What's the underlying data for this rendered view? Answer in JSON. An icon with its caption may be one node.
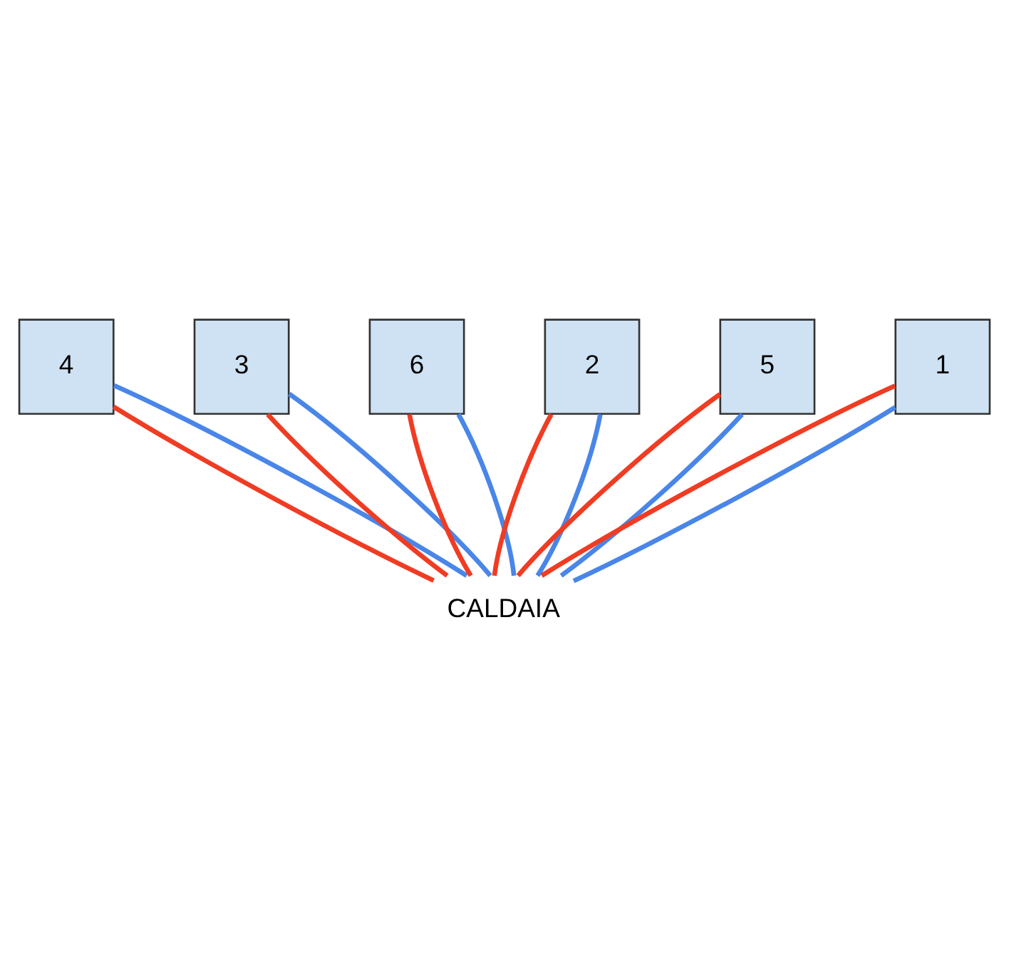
{
  "diagram": {
    "nodes": [
      {
        "text": [
          "4"
        ]
      },
      {
        "text": [
          "3"
        ]
      },
      {
        "text": [
          "6"
        ]
      },
      {
        "text": [
          "2"
        ]
      },
      {
        "text": [
          "5"
        ]
      },
      {
        "text": [
          "1"
        ]
      },
      {
        "text": [
          "CALDAIA"
        ]
      }
    ],
    "edges": [
      {
        "from": 6,
        "to": 0,
        "arrow": "none",
        "color": "#f03c23"
      },
      {
        "from": 6,
        "to": 1,
        "arrow": "none",
        "color": "#f03c23"
      },
      {
        "from": 6,
        "to": 3,
        "arrow": "none",
        "color": "#f03c23"
      },
      {
        "from": 6,
        "to": 5,
        "arrow": "none",
        "color": "#f03c23"
      },
      {
        "from": 6,
        "to": 2,
        "arrow": "none",
        "color": "#f03c23"
      },
      {
        "from": 6,
        "to": 4,
        "arrow": "none",
        "color": "#f03c23"
      },
      {
        "from": 6,
        "to": 0,
        "arrow": "none",
        "color": "#4a86e8"
      },
      {
        "from": 6,
        "to": 1,
        "arrow": "none",
        "color": "#4a86e8"
      },
      {
        "from": 6,
        "to": 3,
        "arrow": "none",
        "color": "#4a86e8"
      },
      {
        "from": 6,
        "to": 5,
        "arrow": "none",
        "color": "#4a86e8"
      },
      {
        "from": 6,
        "to": 2,
        "arrow": "none",
        "color": "#4a86e8"
      },
      {
        "from": 6,
        "to": 4,
        "arrow": "none",
        "color": "#4a86e8"
      }
    ]
  }
}
